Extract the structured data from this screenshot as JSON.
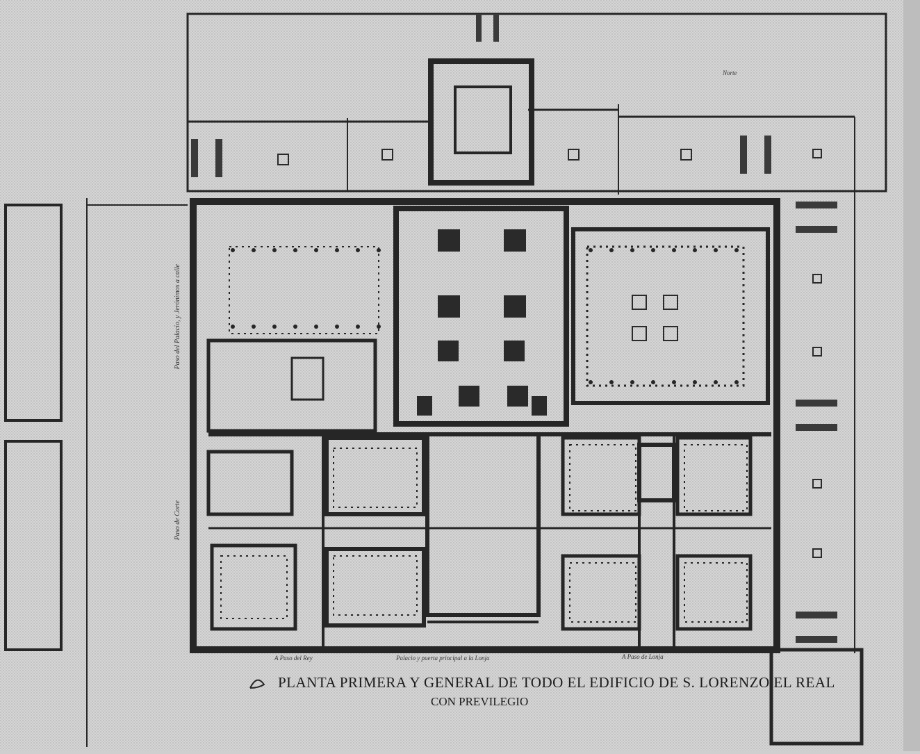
{
  "plate": {
    "title": "PLANTA PRIMERA Y GENERAL DE TODO EL EDIFICIO DE S. LORENZO EL REAL",
    "subtitle": "CON PREVILEGIO",
    "street_west_top": "Paso del Palacio, y Jerónimos a calle",
    "street_west_bottom": "Paso de Corte",
    "bottom_left_note": "A Paso del Rey",
    "bottom_center_note": "Palacio y puerta principal a la Lonja",
    "bottom_right_note": "A Paso de Lonja",
    "north_note": "Norte"
  },
  "colors": {
    "paper": "#d4d4d4",
    "ink": "#1e1e1e",
    "wall": "#2a2a2a"
  }
}
